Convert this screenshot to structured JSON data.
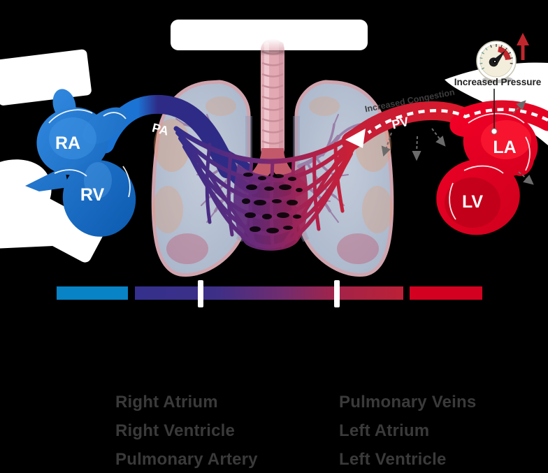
{
  "diagram": {
    "heart_right": {
      "atrium_abbr": "RA",
      "ventricle_abbr": "RV"
    },
    "heart_left": {
      "atrium_abbr": "LA",
      "ventricle_abbr": "LV"
    },
    "vessels": {
      "pulmonary_artery_abbr": "PA",
      "pulmonary_veins_abbr": "PV"
    },
    "annotations": {
      "increased_pressure": "Increased Pressure",
      "increased_congestion": "Increased Congestion"
    }
  },
  "legend": {
    "left_column": [
      "Right Atrium",
      "Right Ventricle",
      "Pulmonary Artery"
    ],
    "right_column": [
      "Pulmonary Veins",
      "Left Atrium",
      "Left Ventricle"
    ]
  },
  "icons": {
    "pressure_gauge": "gauge-icon",
    "increase_arrow": "up-arrow-icon"
  },
  "colors": {
    "background": "#000000",
    "right_heart_blue": "#1570cc",
    "left_heart_red": "#e30021",
    "pa_band_indigo": "#2e2b86",
    "scale_blue": "#0883c5",
    "scale_gradient_start": "#34308c",
    "scale_gradient_end": "#bc2036",
    "scale_red": "#d40020",
    "legend_text": "#3a3a3a",
    "gauge_red_zone": "#c0272d"
  }
}
